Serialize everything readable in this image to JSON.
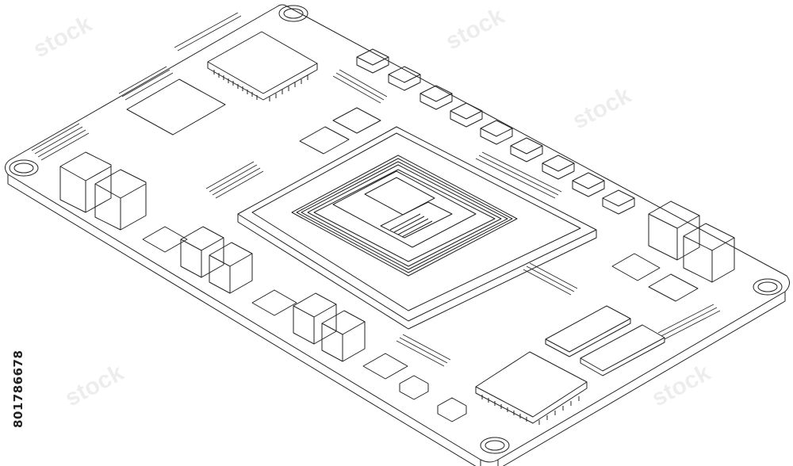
{
  "image": {
    "subject": "isometric line drawing of a printed circuit board",
    "stroke_color": "#222222",
    "background_color": "#ffffff",
    "stock_id": "801786678",
    "watermark_text": "stock"
  }
}
